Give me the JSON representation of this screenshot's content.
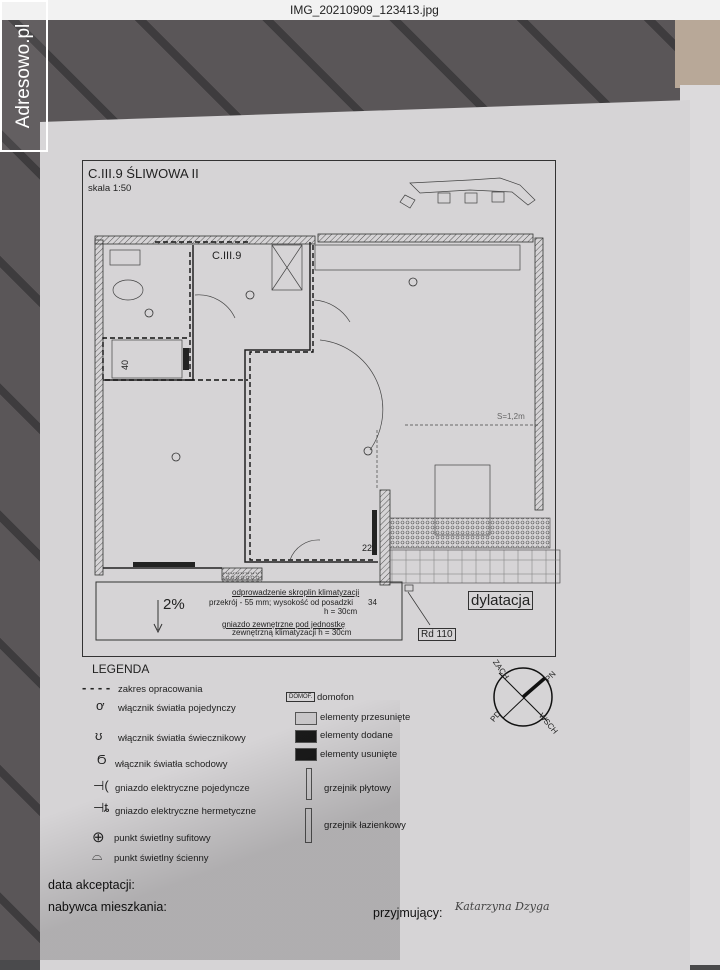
{
  "window": {
    "filename": "IMG_20210909_123413.jpg"
  },
  "watermark": "Adresowo.pl",
  "document": {
    "title": "C.III.9 ŚLIWOWA II",
    "scale": "skala 1:50",
    "unit_label": "C.III.9",
    "bath_dim": "40",
    "dim_22": "22",
    "dim_34": "34",
    "height_mark": "S=1,2m",
    "slope": "2%",
    "note_ac_line1": "odprowadzenie skroplin klimatyzacji",
    "note_ac_line2": "przekrój - 55 mm; wysokość od posadzki",
    "note_ac_line3": "h = 30cm",
    "note_socket_line1": "gniazdo zewnętrzne pod jednostkę",
    "note_socket_line2": "zewnętrzną klimatyzacji h = 30cm",
    "dilatation": "dylatacja",
    "drain": "Rd 110"
  },
  "compass": {
    "n": "PN",
    "e": "WSCH",
    "s": "PD",
    "w": "ZACH"
  },
  "legend": {
    "title": "LEGENDA",
    "items_left": [
      {
        "icon": "dashed-line",
        "label": "zakres opracowania"
      },
      {
        "icon": "single-switch",
        "label": "włącznik światła pojedynczy"
      },
      {
        "icon": "double-switch",
        "label": "włącznik światła świecznikowy"
      },
      {
        "icon": "stair-switch",
        "label": "włącznik światła schodowy"
      },
      {
        "icon": "socket",
        "label": "gniazdo elektryczne pojedyncze"
      },
      {
        "icon": "hermetic-socket",
        "label": "gniazdo elektryczne hermetyczne"
      },
      {
        "icon": "ceiling-light",
        "label": "punkt świetlny sufitowy"
      },
      {
        "icon": "wall-light",
        "label": "punkt świetlny ścienny"
      }
    ],
    "items_right": [
      {
        "icon": "intercom-box",
        "box_text": "DOMOF.",
        "label": "domofon"
      },
      {
        "icon": "grey-swatch",
        "color": "#c8c6c8",
        "label": "elementy przesunięte"
      },
      {
        "icon": "black-swatch",
        "color": "#1a1a1a",
        "label": "elementy dodane"
      },
      {
        "icon": "black-swatch",
        "color": "#1a1a1a",
        "label": "elementy usunięte"
      },
      {
        "icon": "panel-radiator",
        "label": "grzejnik płytowy"
      },
      {
        "icon": "bathroom-radiator",
        "label": "grzejnik łazienkowy"
      }
    ]
  },
  "footer": {
    "acceptance_date": "data akceptacji:",
    "buyer": "nabywca mieszkania:",
    "receiver": "przyjmujący:",
    "signature": "Katarzyna Dzyga"
  }
}
